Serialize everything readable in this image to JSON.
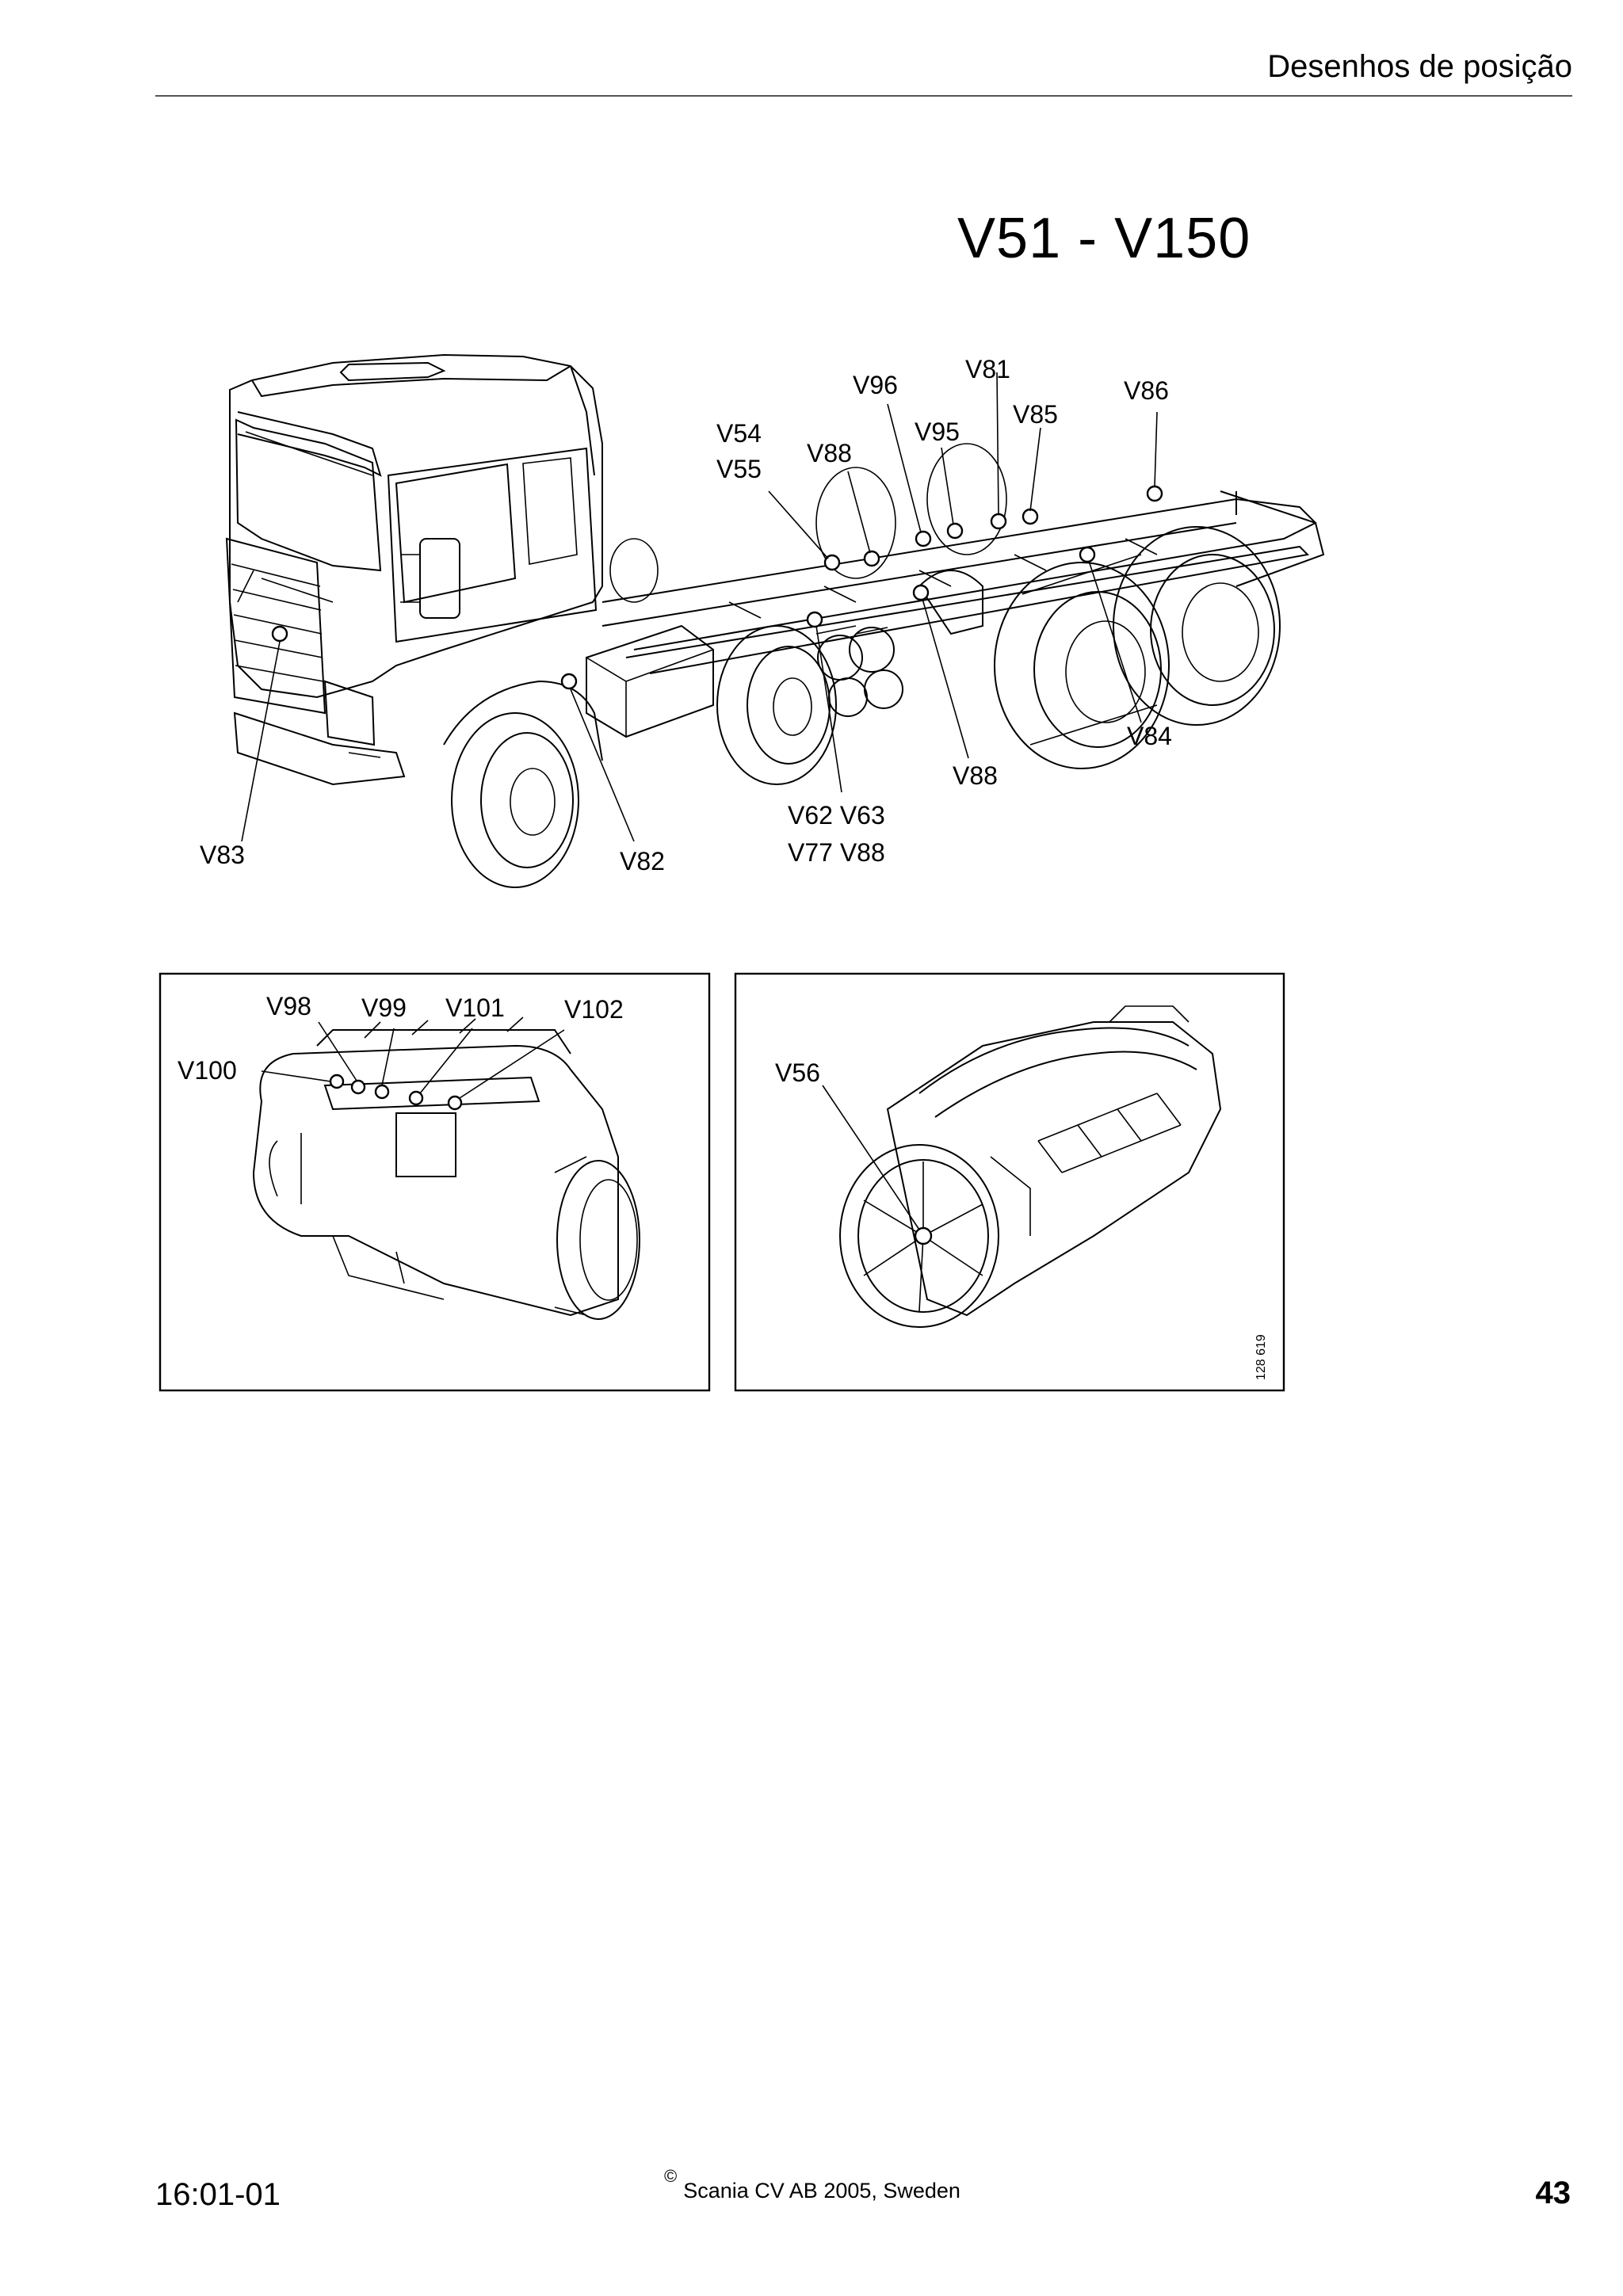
{
  "header": {
    "section": "Desenhos de posição"
  },
  "title": "V51 - V150",
  "truck_figure": {
    "labels": {
      "v96": "V96",
      "v81": "V81",
      "v86": "V86",
      "v85": "V85",
      "v95": "V95",
      "v54": "V54",
      "v55": "V55",
      "v88_top": "V88",
      "v84": "V84",
      "v88_mid": "V88",
      "v62_v63": "V62 V63",
      "v77_v88": "V77 V88",
      "v83": "V83",
      "v82": "V82"
    }
  },
  "engine_inline_figure": {
    "labels": {
      "v98": "V98",
      "v99": "V99",
      "v101": "V101",
      "v102": "V102",
      "v100": "V100"
    }
  },
  "engine_v8_figure": {
    "labels": {
      "v56": "V56"
    },
    "figure_number": "128 619"
  },
  "footer": {
    "code": "16:01-01",
    "copyright_symbol": "©",
    "copyright": "Scania CV AB 2005, Sweden",
    "page_number": "43"
  }
}
